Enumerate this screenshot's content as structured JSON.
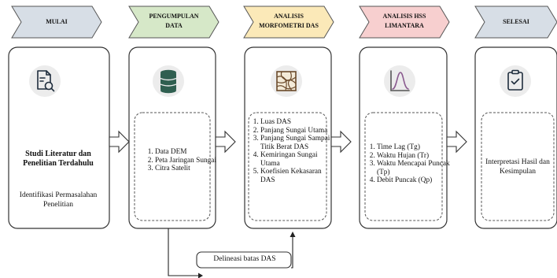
{
  "stages": [
    {
      "title_lines": [
        "MULAI"
      ],
      "fill": "#d7dee6",
      "icon": "document-search-icon"
    },
    {
      "title_lines": [
        "PENGUMPULAN",
        "DATA"
      ],
      "fill": "#d6e8c8",
      "icon": "database-icon"
    },
    {
      "title_lines": [
        "ANALISIS",
        "MORFOMETRI DAS"
      ],
      "fill": "#fbe9b8",
      "icon": "contour-map-icon"
    },
    {
      "title_lines": [
        "ANALISIS HSS",
        "LIMANTARA"
      ],
      "fill": "#f7cfcf",
      "icon": "hydrograph-curve-icon"
    },
    {
      "title_lines": [
        "SELESAI"
      ],
      "fill": "#d7dee6",
      "icon": "clipboard-check-icon"
    }
  ],
  "panel1": {
    "title": "Studi Literatur dan Penelitian Terdahulu",
    "subtitle": "Identifikasi Permasalahan Penelitian"
  },
  "panel2": {
    "items": [
      "Data DEM",
      "Peta Jaringan Sungai",
      "Citra Satelit"
    ]
  },
  "panel3": {
    "items": [
      "Luas DAS",
      "Panjang Sungai Utama",
      "Panjang Sungai Sampai Titik Berat DAS",
      "Kemiringan Sungai Utama",
      "Koefisien Kekasaran DAS"
    ]
  },
  "panel4": {
    "items": [
      "Time Lag (Tg)",
      "Waktu Hujan (Tr)",
      "Waktu Mencapai Puncak (Tp)",
      "Debit Puncak (Qp)"
    ]
  },
  "panel5": {
    "text": "Interpretasi Hasil dan Kesimpulan"
  },
  "delineation": {
    "label": "Delineasi batas DAS"
  }
}
